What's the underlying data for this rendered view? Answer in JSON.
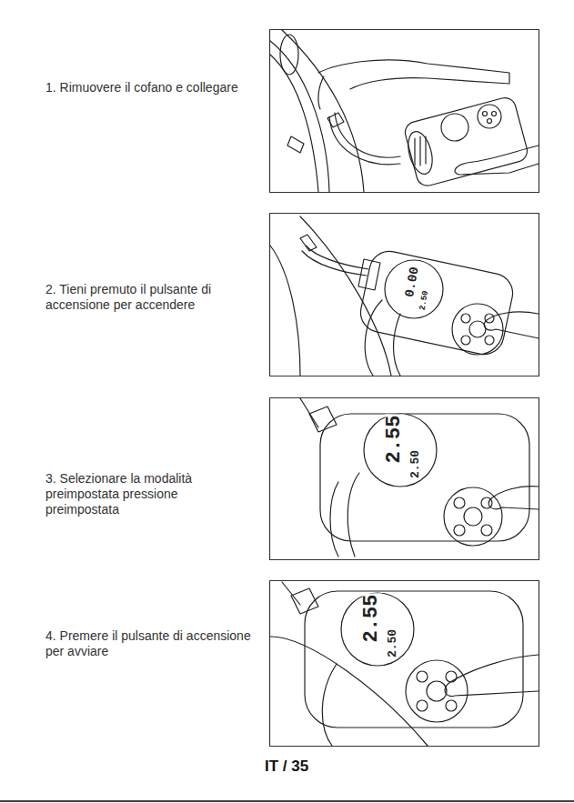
{
  "diagram": {
    "labels": [
      "1. Rimuovere il cofano e collegare",
      "2. Tieni premuto il pulsante di accensione per accendere",
      "3. Selezionare la modalità preimpostata pressione preimpostata",
      "4. Premere il pulsante di accensione per avviare",
      "0.00",
      "2.50",
      "2.55",
      "2.50",
      "2.55",
      "2.50",
      "IT / 35"
    ]
  }
}
